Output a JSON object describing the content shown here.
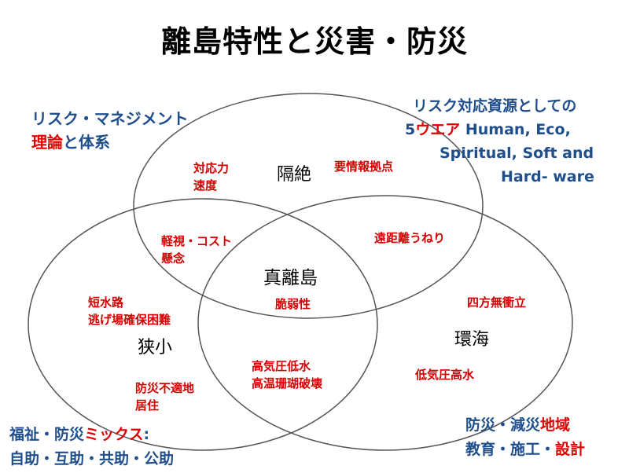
{
  "title": "離島特性と災害・防災",
  "corner_labels": {
    "top_left": {
      "line1": "リスク・マネジメント",
      "line2_red": "理論",
      "line2_rest": "と体系"
    },
    "top_right": {
      "line1": "リスク対応資源としての",
      "line2_prefix": "5",
      "line2_red": "ウエア",
      "line2_rest": " Human, Eco,",
      "line3": "Spiritual, Soft and",
      "line4": "Hard- ware"
    },
    "bottom_left": {
      "line1_prefix": "福祉・防災",
      "line1_red": "ミックス",
      "line1_suffix": ":",
      "line2": "自助・互助・共助・公助"
    },
    "bottom_right": {
      "line1_prefix": "防災・減災",
      "line1_red": "地域",
      "line2_prefix": "教育・施工・",
      "line2_red": "設計"
    }
  },
  "regions": {
    "top": "隔絶",
    "center": "真離島",
    "left": "狭小",
    "right": "環海"
  },
  "factors": {
    "response_speed": [
      "対応力",
      "速度"
    ],
    "info_base": "要情報拠点",
    "neglect_cost": [
      "軽視・コスト",
      "懸念"
    ],
    "distance_swell": "遠距離うねり",
    "vulnerability": "脆弱性",
    "short_route": [
      "短水路",
      "逃げ場確保困難"
    ],
    "isolated": "四方無衝立",
    "unsuitable_land": [
      "防災不適地",
      "居住"
    ],
    "high_pressure": [
      "高気圧低水",
      "高温珊瑚破壊"
    ],
    "low_pressure": "低気圧高水"
  },
  "colors": {
    "blue": "#1f4e8c",
    "red": "#e00000",
    "circle": "#555555"
  }
}
